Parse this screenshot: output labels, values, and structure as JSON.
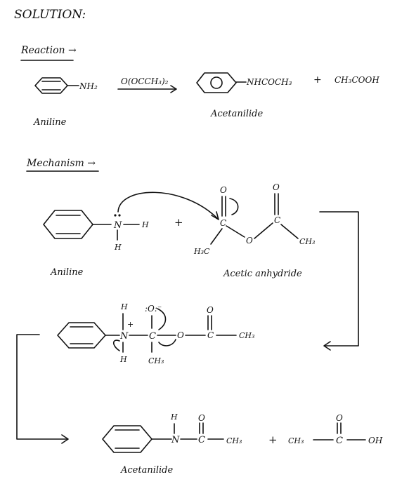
{
  "header": {
    "title": "SOLUTION:"
  },
  "reaction": {
    "heading": "Reaction →",
    "reactant_group": "NH₂",
    "reagent": "O(OCCH₃)₂",
    "product_group": "NHCOCH₃",
    "plus": "+",
    "byproduct": "CH₃COOH",
    "reactant_name": "Aniline",
    "product_name": "Acetanilide"
  },
  "mechanism": {
    "heading": "Mechanism →",
    "step1": {
      "n": "N",
      "h_right": "H",
      "h_below": "H",
      "plus": "+",
      "o_top1": "O",
      "o_top2": "O",
      "c1": "C",
      "c2": "C",
      "o_mid": "O",
      "ch3_left": "H₃C",
      "ch3_right": "CH₃",
      "name_left": "Aniline",
      "name_right": "Acetic anhydride"
    },
    "step2": {
      "h_top": "H",
      "n_plus": "+",
      "n": "N",
      "h_below": "H",
      "o_minus": ":O:⁻",
      "c_center": "C",
      "ch3_below": "CH₃",
      "o_link": "O",
      "o_top": "O",
      "c_right": "C",
      "ch3_right": "CH₃"
    },
    "step3": {
      "h_top": "H",
      "n": "N",
      "c1": "C",
      "o1": "O",
      "ch3_1": "CH₃",
      "plus": "+",
      "ch3_2": "CH₃",
      "c2": "C",
      "o2": "O",
      "oh": "OH",
      "product_name": "Acetanilide"
    }
  }
}
